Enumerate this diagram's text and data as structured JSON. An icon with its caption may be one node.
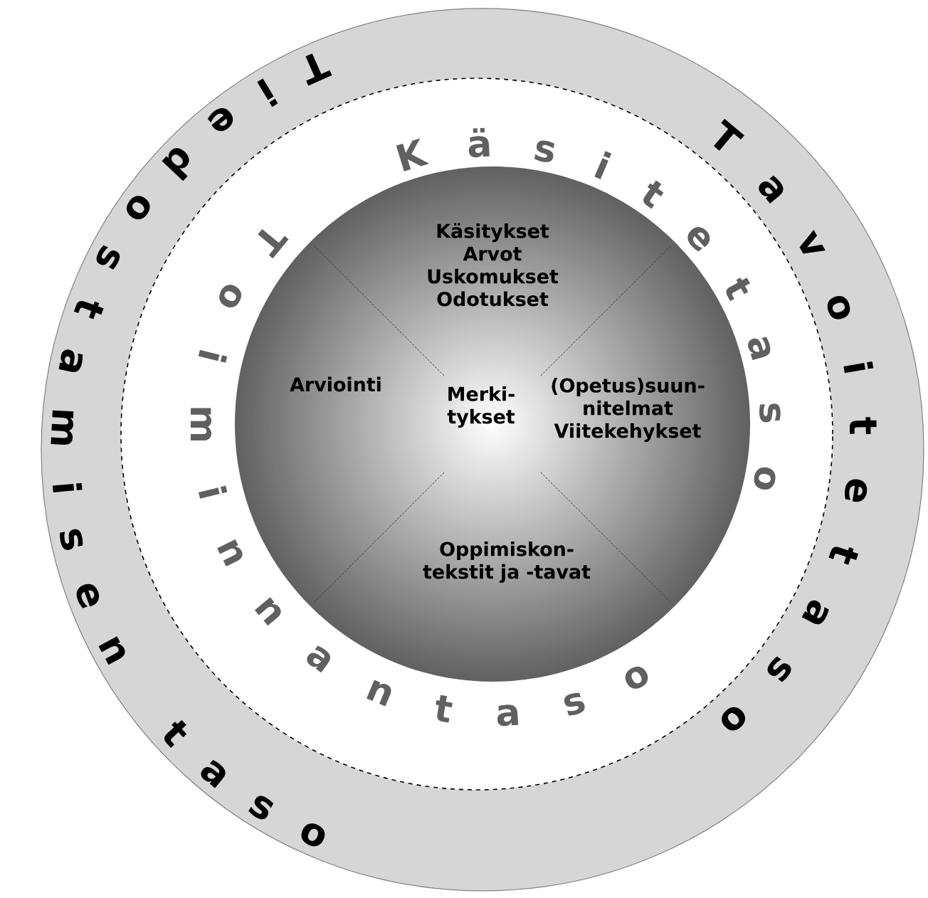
{
  "diagram": {
    "nodes": [
      {
        "text": [],
        "shape": "circle"
      },
      {
        "text": [
          "Tavoitetaso"
        ],
        "in": 0
      },
      {
        "text": [
          "Käsitetaso",
          "Toiminnantaso"
        ],
        "in": 1
      },
      {
        "text": [
          "Käsitykset",
          "Arvot",
          "Uskomukset",
          "Odotukset"
        ],
        "in": 2
      },
      {
        "text": [
          "Arviointi"
        ],
        "in": 2
      },
      {
        "text": [
          "(Opetus)suun- nitelmat",
          "Viitekehykset"
        ],
        "in": 2
      },
      {
        "text": [
          "Oppimiskon- tekstit ja -tavat"
        ],
        "in": 2
      }
    ],
    "labels": [
      "Tiedostamisen taso",
      "Merki- tykset"
    ]
  }
}
